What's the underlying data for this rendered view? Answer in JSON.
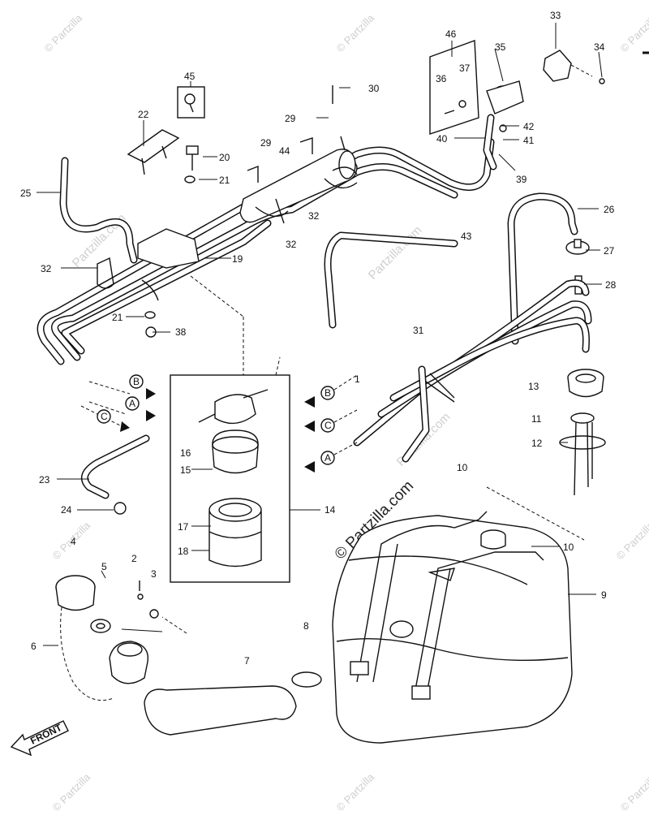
{
  "watermark": {
    "corner_text": "© Partzilla",
    "center_text": "© Partzilla.com",
    "site_text": "Partzilla.com"
  },
  "front_label": "FRONT",
  "markers": {
    "A": "A",
    "B": "B",
    "C": "C"
  },
  "callouts": {
    "c1": "1",
    "c2": "2",
    "c3": "3",
    "c4": "4",
    "c5": "5",
    "c6": "6",
    "c7": "7",
    "c8": "8",
    "c9": "9",
    "c10a": "10",
    "c10b": "10",
    "c11": "11",
    "c12": "12",
    "c13": "13",
    "c14": "14",
    "c15": "15",
    "c16": "16",
    "c17": "17",
    "c18": "18",
    "c19": "19",
    "c20": "20",
    "c21a": "21",
    "c21b": "21",
    "c22": "22",
    "c23": "23",
    "c24": "24",
    "c25": "25",
    "c26": "26",
    "c27": "27",
    "c28": "28",
    "c29a": "29",
    "c29b": "29",
    "c30": "30",
    "c31": "31",
    "c32a": "32",
    "c32b": "32",
    "c32c": "32",
    "c33": "33",
    "c34": "34",
    "c35": "35",
    "c36": "36",
    "c37": "37",
    "c38": "38",
    "c39": "39",
    "c40": "40",
    "c41": "41",
    "c42": "42",
    "c43": "43",
    "c44": "44",
    "c45": "45",
    "c46": "46"
  }
}
